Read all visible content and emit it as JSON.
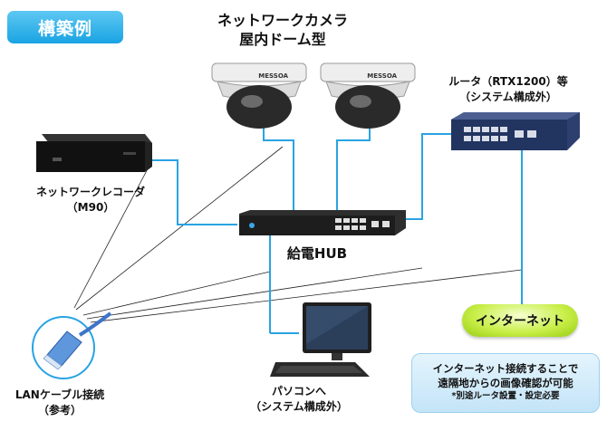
{
  "badge": "構築例",
  "camera": {
    "line1": "ネットワークカメラ",
    "line2": "屋内ドーム型",
    "brand": "MESSOA"
  },
  "router": {
    "line1": "ルータ（RTX1200）等",
    "line2": "（システム構成外）"
  },
  "recorder": {
    "line1": "ネットワークレコーダ",
    "line2": "（M90）"
  },
  "hub": {
    "label": "給電HUB"
  },
  "internet": {
    "label": "インターネット"
  },
  "lan": {
    "line1": "LANケーブル接続",
    "line2": "（参考）"
  },
  "pc": {
    "line1": "パソコンへ",
    "line2": "（システム構成外）"
  },
  "note": {
    "line1": "インターネット接続することで",
    "line2": "遠隔地からの画像確認が可能",
    "line3": "*別途ルータ設置・設定必要"
  },
  "colors": {
    "wire": "#29a3e3",
    "badge": "#19a3e3",
    "pill": "#b7e22e",
    "note_bg": "#d6ecfa"
  }
}
